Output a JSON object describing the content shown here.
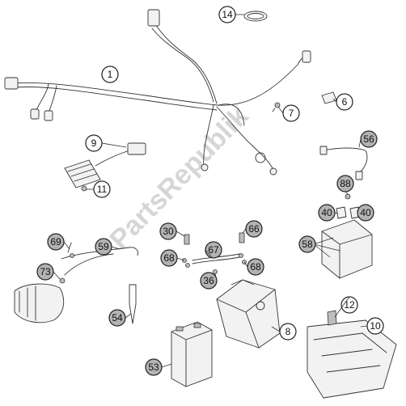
{
  "watermark": "PartsRepublik",
  "callouts": [
    {
      "id": "c1",
      "label": "1",
      "filled": false
    },
    {
      "id": "c6",
      "label": "6",
      "filled": false
    },
    {
      "id": "c7",
      "label": "7",
      "filled": false
    },
    {
      "id": "c8",
      "label": "8",
      "filled": false
    },
    {
      "id": "c9",
      "label": "9",
      "filled": false
    },
    {
      "id": "c10",
      "label": "10",
      "filled": false
    },
    {
      "id": "c11",
      "label": "11",
      "filled": false
    },
    {
      "id": "c12",
      "label": "12",
      "filled": false
    },
    {
      "id": "c14",
      "label": "14",
      "filled": false
    },
    {
      "id": "c30",
      "label": "30",
      "filled": true
    },
    {
      "id": "c36",
      "label": "36",
      "filled": true
    },
    {
      "id": "c40a",
      "label": "40",
      "filled": true
    },
    {
      "id": "c40b",
      "label": "40",
      "filled": true
    },
    {
      "id": "c53",
      "label": "53",
      "filled": true
    },
    {
      "id": "c54",
      "label": "54",
      "filled": true
    },
    {
      "id": "c56",
      "label": "56",
      "filled": true
    },
    {
      "id": "c58",
      "label": "58",
      "filled": true
    },
    {
      "id": "c59",
      "label": "59",
      "filled": true
    },
    {
      "id": "c66",
      "label": "66",
      "filled": true
    },
    {
      "id": "c67",
      "label": "67",
      "filled": true
    },
    {
      "id": "c68a",
      "label": "68",
      "filled": true
    },
    {
      "id": "c68b",
      "label": "68",
      "filled": true
    },
    {
      "id": "c69",
      "label": "69",
      "filled": true
    },
    {
      "id": "c73",
      "label": "73",
      "filled": true
    },
    {
      "id": "c88",
      "label": "88",
      "filled": true
    }
  ],
  "colors": {
    "filled": "#b3b3b3",
    "open": "#ffffff",
    "line": "#333333",
    "watermark": "#d6d6d6"
  }
}
